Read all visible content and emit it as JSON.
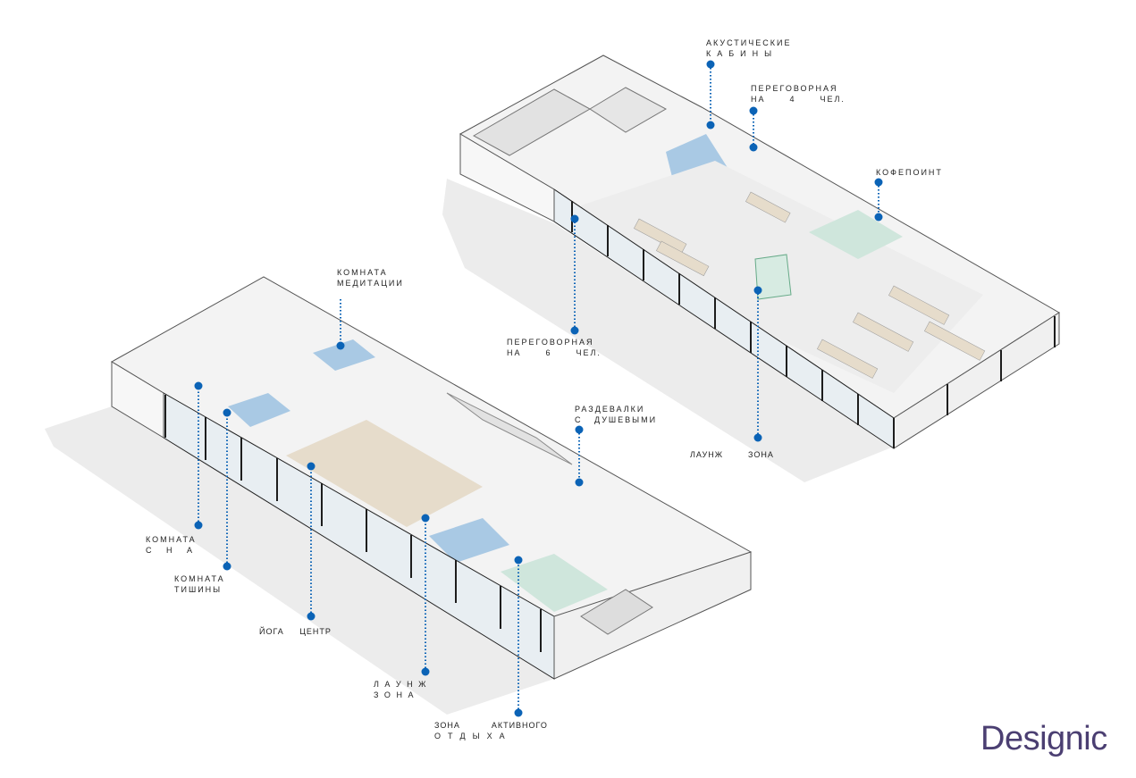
{
  "colors": {
    "marker": "#0b63b6",
    "logo": "#4b3f72",
    "glass": "#1d1d1d",
    "floor_blue": "#a9c9e4",
    "floor_green": "#cfe6dc",
    "floor_wood": "#e6dccb"
  },
  "labels": {
    "acoustic_booths": [
      "АКУСТИЧЕСКИЕ",
      "КАБИНЫ"
    ],
    "meeting_room_4": [
      "ПЕРЕГОВОРНАЯ",
      "НА      4      ЧЕЛ."
    ],
    "coffee_point": "КОФЕПОИНТ",
    "meeting_room_6": [
      "ПЕРЕГОВОРНАЯ",
      "НА      6      ЧЕЛ."
    ],
    "lounge_right": "ЛАУНЖ        ЗОНА",
    "meditation_room": [
      "КОМНАТА",
      "МЕДИТАЦИИ"
    ],
    "locker_rooms": [
      "РАЗДЕВАЛКИ",
      "С   ДУШЕВЫМИ"
    ],
    "sleep_room": [
      "КОМНАТА",
      "С Н А"
    ],
    "silence_room": [
      "КОМНАТА",
      "ТИШИНЫ"
    ],
    "yoga_center": "ЙОГА     ЦЕНТР",
    "lounge_left": [
      "Л А У Н Ж",
      "З О Н А"
    ],
    "active_rest": [
      "ЗОНА          АКТИВНОГО",
      "О  Т  Д  Ы  Х  А"
    ]
  },
  "logo": "Designic"
}
